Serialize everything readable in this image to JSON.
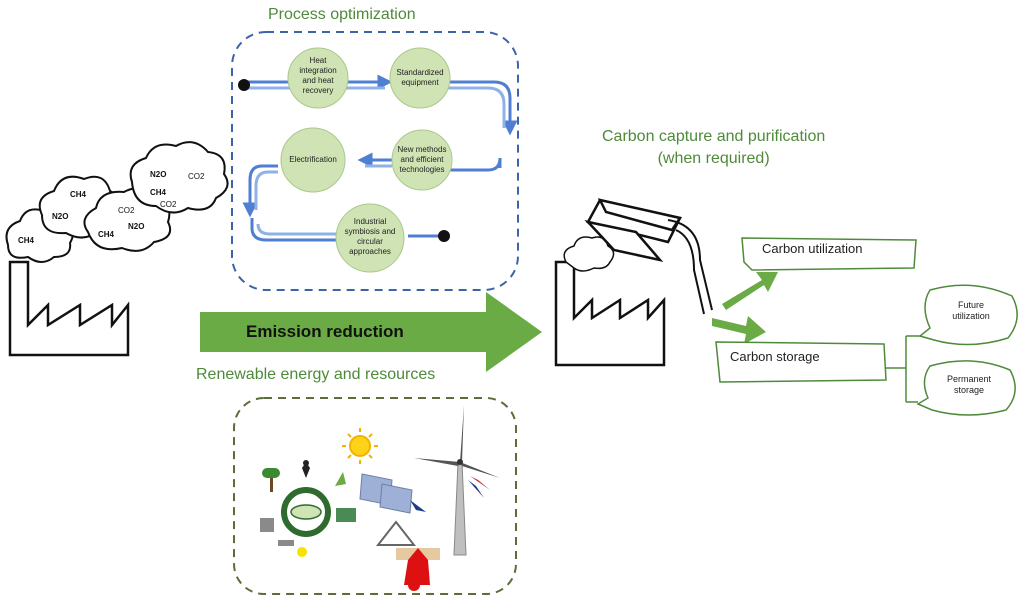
{
  "process_optimization": {
    "title": "Process optimization",
    "steps": [
      {
        "lines": [
          "Heat",
          "integration",
          "and heat",
          "recovery"
        ]
      },
      {
        "lines": [
          "Standardized",
          "equipment"
        ]
      },
      {
        "lines": [
          "New methods",
          "and efficient",
          "technologies"
        ]
      },
      {
        "lines": [
          "Electrification"
        ]
      },
      {
        "lines": [
          "Industrial",
          "symbiosis and",
          "circular",
          "approaches"
        ]
      }
    ]
  },
  "emissions": {
    "gases": [
      "CH4",
      "N2O",
      "CH4",
      "CO2",
      "N2O",
      "CH4",
      "CO2",
      "N2O",
      "CH4",
      "CO2"
    ]
  },
  "emission_reduction": {
    "label": "Emission reduction"
  },
  "renewable": {
    "title": "Renewable energy and resources"
  },
  "carbon_capture": {
    "title_line1": "Carbon capture and purification",
    "title_line2": "(when required)"
  },
  "carbon_utilization": {
    "label": "Carbon utilization"
  },
  "carbon_storage": {
    "label": "Carbon storage"
  },
  "future_utilization": {
    "lines": [
      "Future",
      "utilization"
    ]
  },
  "permanent_storage": {
    "lines": [
      "Permanent",
      "storage"
    ]
  },
  "colors": {
    "green": "#4e8a3a",
    "arrow_green": "#6aab45",
    "circle_fill": "#cfe3b4",
    "loop_blue": "#4f7fd1",
    "dash_blue": "#3d63a8",
    "dash_olive": "#5a6e3a"
  }
}
